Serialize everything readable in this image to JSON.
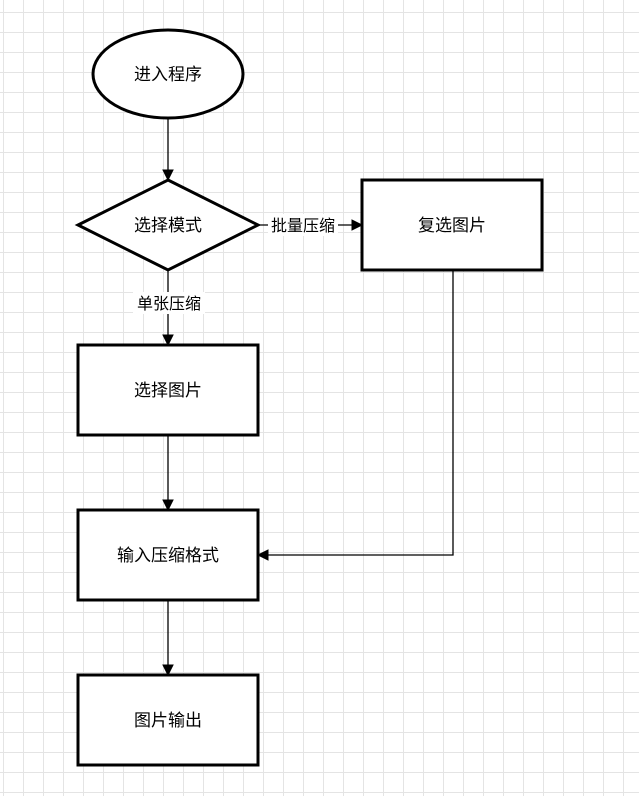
{
  "diagram": {
    "nodes": {
      "start": {
        "label": "进入程序",
        "shape": "ellipse"
      },
      "choose_mode": {
        "label": "选择模式",
        "shape": "diamond"
      },
      "multi_select": {
        "label": "复选图片",
        "shape": "rectangle"
      },
      "select_image": {
        "label": "选择图片",
        "shape": "rectangle"
      },
      "input_format": {
        "label": "输入压缩格式",
        "shape": "rectangle"
      },
      "output": {
        "label": "图片输出",
        "shape": "rectangle"
      }
    },
    "edges": {
      "start_to_mode": {
        "from": "start",
        "to": "choose_mode",
        "label": ""
      },
      "mode_to_batch": {
        "from": "choose_mode",
        "to": "multi_select",
        "label": "批量压缩"
      },
      "mode_to_single": {
        "from": "choose_mode",
        "to": "select_image",
        "label": "单张压缩"
      },
      "select_to_format": {
        "from": "select_image",
        "to": "input_format",
        "label": ""
      },
      "multi_to_format": {
        "from": "multi_select",
        "to": "input_format",
        "label": ""
      },
      "format_to_output": {
        "from": "input_format",
        "to": "output",
        "label": ""
      }
    },
    "colors": {
      "stroke": "#000000",
      "fill": "#ffffff",
      "grid": "#e4e4e4"
    }
  }
}
